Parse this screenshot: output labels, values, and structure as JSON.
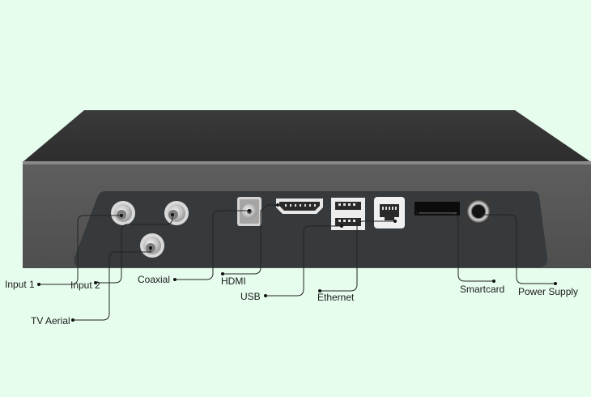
{
  "labels": {
    "input1": "Input 1",
    "input2": "Input 2",
    "tv_aerial": "TV Aerial",
    "coaxial": "Coaxial",
    "hdmi": "HDMI",
    "usb": "USB",
    "ethernet": "Ethernet",
    "smartcard": "Smartcard",
    "power_supply": "Power Supply"
  },
  "colors": {
    "background": "#e6fdee",
    "box_top": "#3b3b3b",
    "box_front": "#595959",
    "panel": "#363a3c",
    "leader_line": "#222222"
  }
}
